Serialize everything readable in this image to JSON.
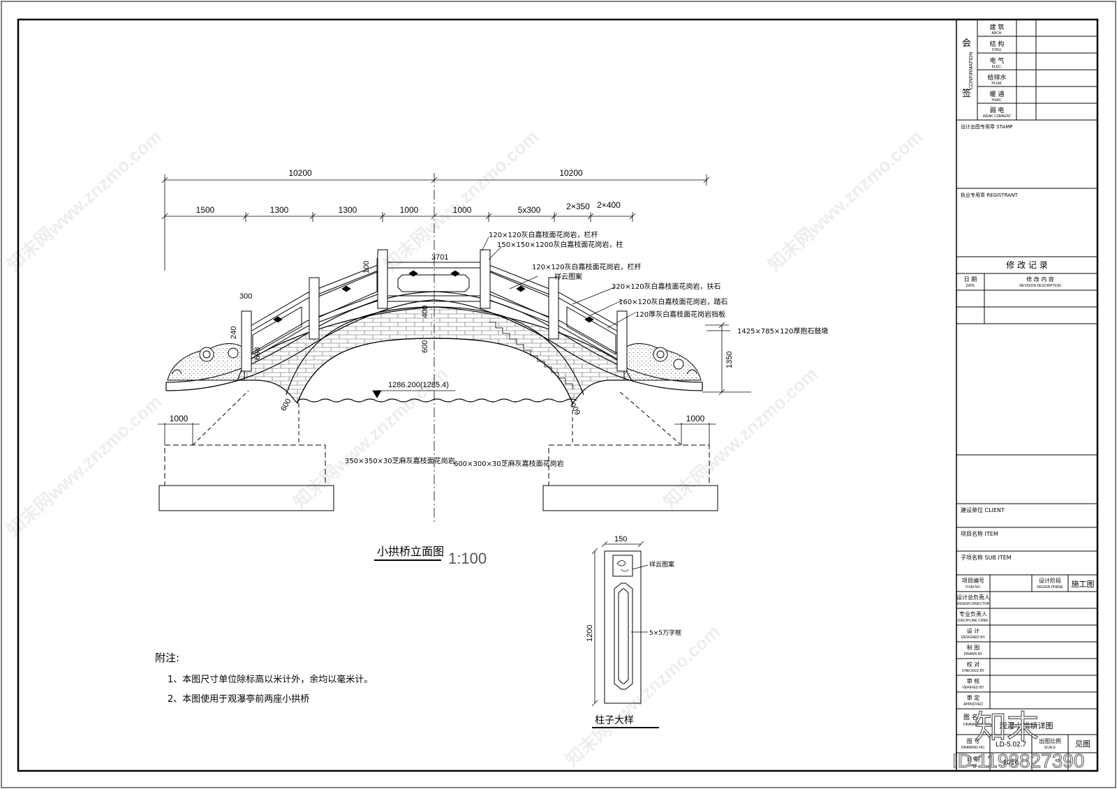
{
  "watermark": {
    "text": "知末网www.znzmo.com",
    "logo": "知末",
    "id_text": "ID:1198827390"
  },
  "dims": {
    "top_left": "10200",
    "top_right": "10200",
    "seg": [
      "1500",
      "1300",
      "1300",
      "1000",
      "1000",
      "5x300",
      "2×350",
      "2×400"
    ],
    "span_3701": "3701",
    "v100": "100",
    "v300": "300",
    "v240": "240",
    "v698": "698",
    "v400": "400",
    "v600": "600",
    "h1350": "1350",
    "foot_left": "1000",
    "foot_right": "1000",
    "d600l": "600",
    "d600r": "600",
    "col150": "150",
    "col1200": "1200"
  },
  "labels": {
    "rail": "120×120灰白嘉枝面花岗岩，栏杆",
    "post": "150×150×1200灰白嘉枝面花岗岩，柱",
    "panel": "120×120灰白嘉枝面花岗岩，栏杆",
    "cloud": "祥云图案",
    "slab": "320×120灰白嘉枝面花岗岩，扶石",
    "step": "160×120灰白嘉枝面花岗岩，踏石",
    "plate": "120厚灰白嘉枝面花岗岩挡板",
    "stone": "1425×785×120厚抱石鼓墩",
    "level": "1286.200(1285.4)",
    "pave_left": "350×350×30芝麻灰嘉枝面花岗岩",
    "pave_right": "600×300×30芝麻灰嘉枝面花岗岩",
    "col_cloud": "祥云图案",
    "col_frame": "5×5万字框"
  },
  "titles": {
    "elev": "小拱桥立面图",
    "elev_scale": "1:100",
    "column": "柱子大样"
  },
  "notes": {
    "head": "附注:",
    "n1": "1、本图尺寸单位除标高以米计外，余均以毫米计。",
    "n2": "2、本图使用于观瀑亭前两座小拱桥"
  },
  "titleblock": {
    "hui": "会",
    "qian": "签",
    "confirmation": "CONFIRMATION",
    "disc": [
      {
        "cn": "建  筑",
        "en": "ARCH."
      },
      {
        "cn": "结  构",
        "en": "STRU."
      },
      {
        "cn": "电  气",
        "en": "ELEC."
      },
      {
        "cn": "给排水",
        "en": "PLUM."
      },
      {
        "cn": "暖  通",
        "en": "HVAC."
      },
      {
        "cn": "弱  电",
        "en": "WEAK CURRENT"
      }
    ],
    "stamp": "设计出图专用章  STAMP",
    "registrant": "执业专用章    REGISTRANT",
    "revision_title": "修 改 记 录",
    "rev_date_cn": "日  期",
    "rev_date_en": "DATE",
    "rev_desc_cn": "修 改 内 容",
    "rev_desc_en": "REVISION DESCRIPTION",
    "client": "建设单位  CLIENT",
    "item": "项目名称  ITEM",
    "sub_item": "子项名称  SUB ITEM",
    "proj_no_cn": "项目编号",
    "proj_no_en": "ITEM NO.",
    "phase_cn": "设计阶段",
    "phase_en": "DESIGN PHASE",
    "phase_val": "施工图",
    "rows": [
      {
        "cn": "设计总负责人",
        "en": "DESIGN DIRECTOR"
      },
      {
        "cn": "专业负责人",
        "en": "DISCIPLINE CHIEF"
      },
      {
        "cn": "设  计",
        "en": "DESIGNED BY"
      },
      {
        "cn": "制  图",
        "en": "DRAWN BY"
      },
      {
        "cn": "校  对",
        "en": "CHECKED BY"
      },
      {
        "cn": "审  核",
        "en": "VERIFIED BY"
      },
      {
        "cn": "审  定",
        "en": "APPROVED"
      }
    ],
    "drawing_title_cn": "图  名",
    "drawing_title_en": "DRAWING TITLE",
    "drawing_title_val": "观瀑小拱桥详图",
    "drawing_no_cn": "图  号",
    "drawing_no_en": "DRAWING NO.",
    "drawing_no_val": "LD-5.02.7",
    "scale_cn": "出图比例",
    "scale_en": "SCALE",
    "scale_val": "见图",
    "date_cn": "日  期",
    "date_en": "DATE",
    "date_val": "2016"
  }
}
